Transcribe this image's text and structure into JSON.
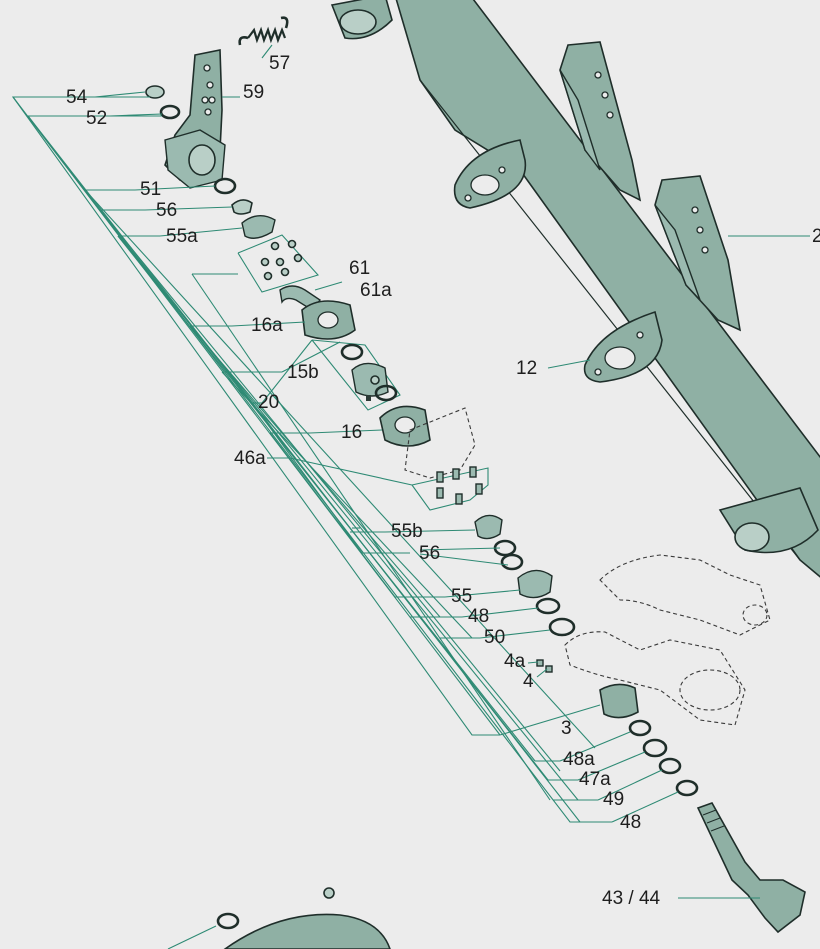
{
  "labels": {
    "l57": "57",
    "l59": "59",
    "l54": "54",
    "l52": "52",
    "l51": "51",
    "l56a": "56",
    "l55a": "55a",
    "l61": "61",
    "l61a": "61a",
    "l16a": "16a",
    "l15b": "15b",
    "l20": "20",
    "l16": "16",
    "l46a": "46a",
    "l12": "12",
    "l2": "2",
    "l55b": "55b",
    "l56b": "56",
    "l55": "55",
    "l48a": "48",
    "l50": "50",
    "l4a": "4a",
    "l4": "4",
    "l3": "3",
    "l48b": "48a",
    "l47a": "47a",
    "l49": "49",
    "l48c": "48",
    "l4344": "43 / 44"
  },
  "colors": {
    "part_fill": "#8fb0a4",
    "outline": "#1f2e2a",
    "leader_line": "#2e8a74",
    "background": "#ececec"
  }
}
